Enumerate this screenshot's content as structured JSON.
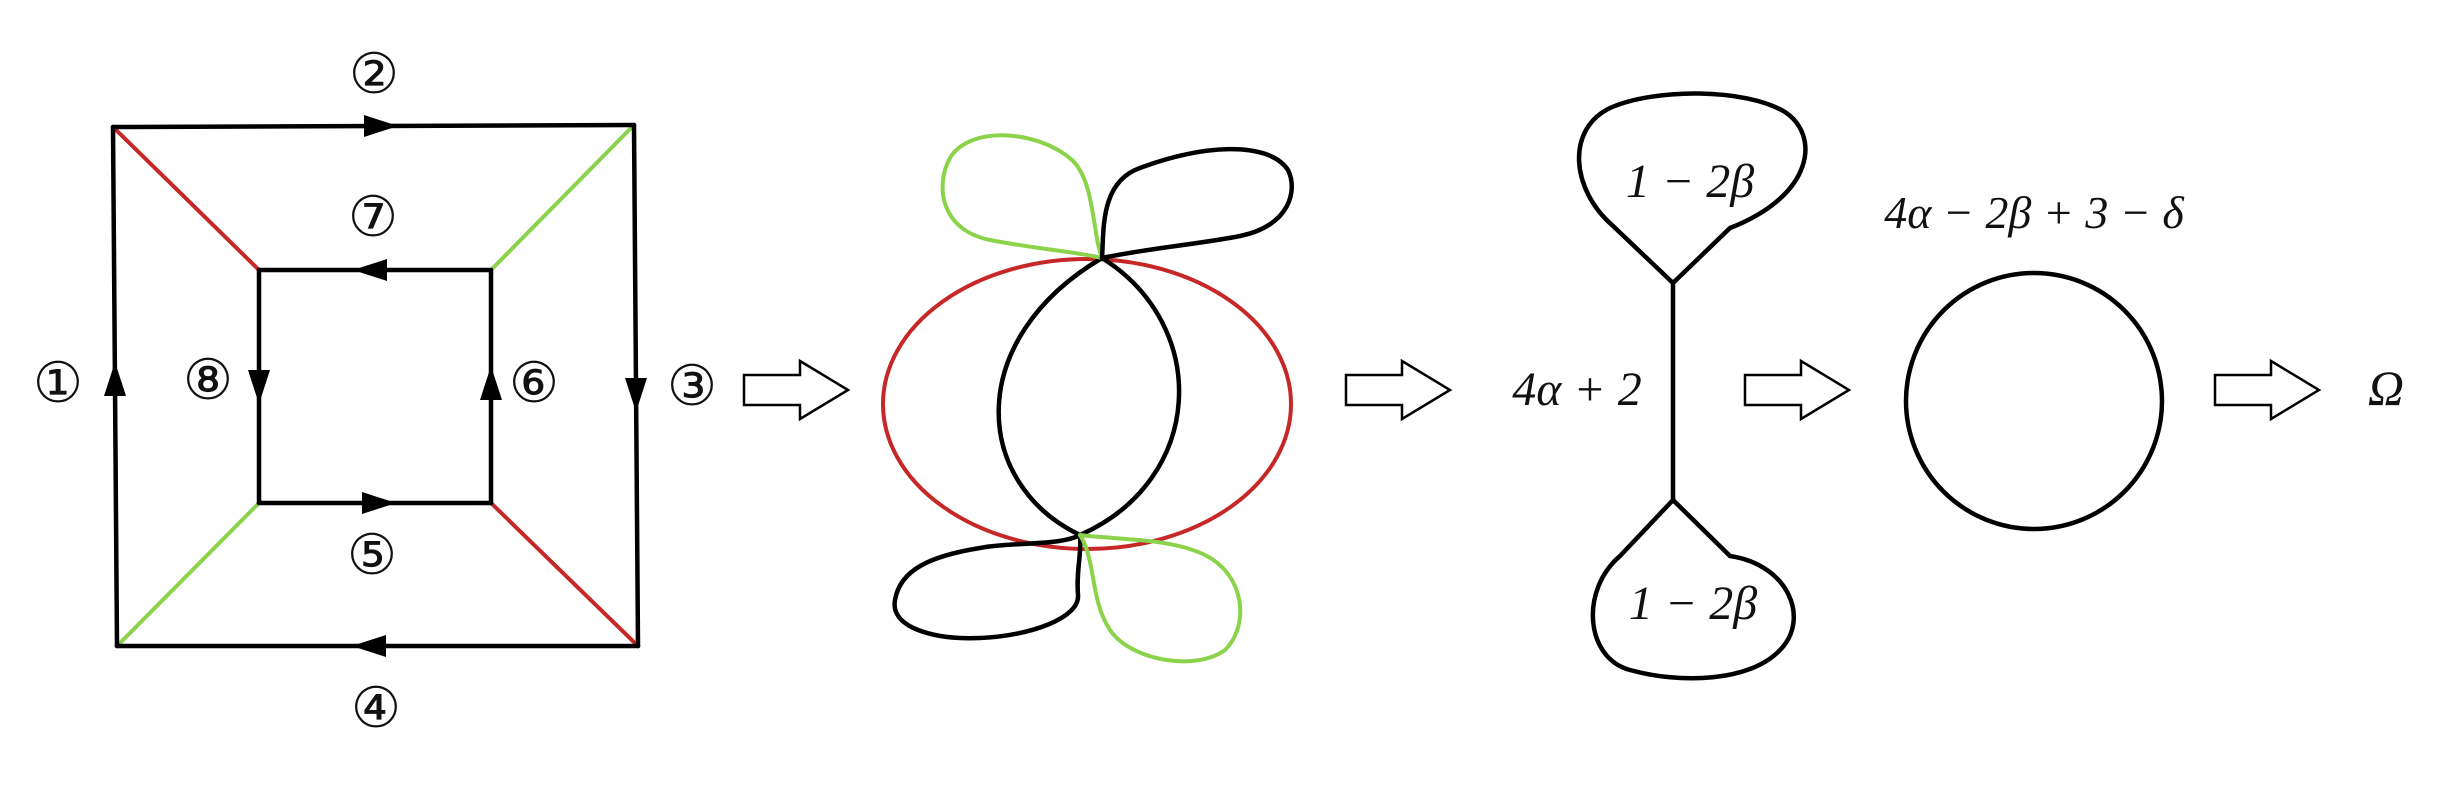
{
  "colors": {
    "ink": "#000000",
    "red": "#c62828",
    "green": "#8bd34a"
  },
  "panel1": {
    "edge_labels": [
      "①",
      "②",
      "③",
      "④",
      "⑤",
      "⑥",
      "⑦",
      "⑧"
    ]
  },
  "panel3": {
    "top_loop_label": "1 − 2β",
    "edge_label": "4α + 2",
    "bottom_loop_label": "1 − 2β"
  },
  "panel4": {
    "loop_label": "4α − 2β + 3 − δ"
  },
  "panel5": {
    "result": "Ω"
  },
  "transitions": [
    "arrow",
    "arrow",
    "arrow",
    "arrow"
  ]
}
